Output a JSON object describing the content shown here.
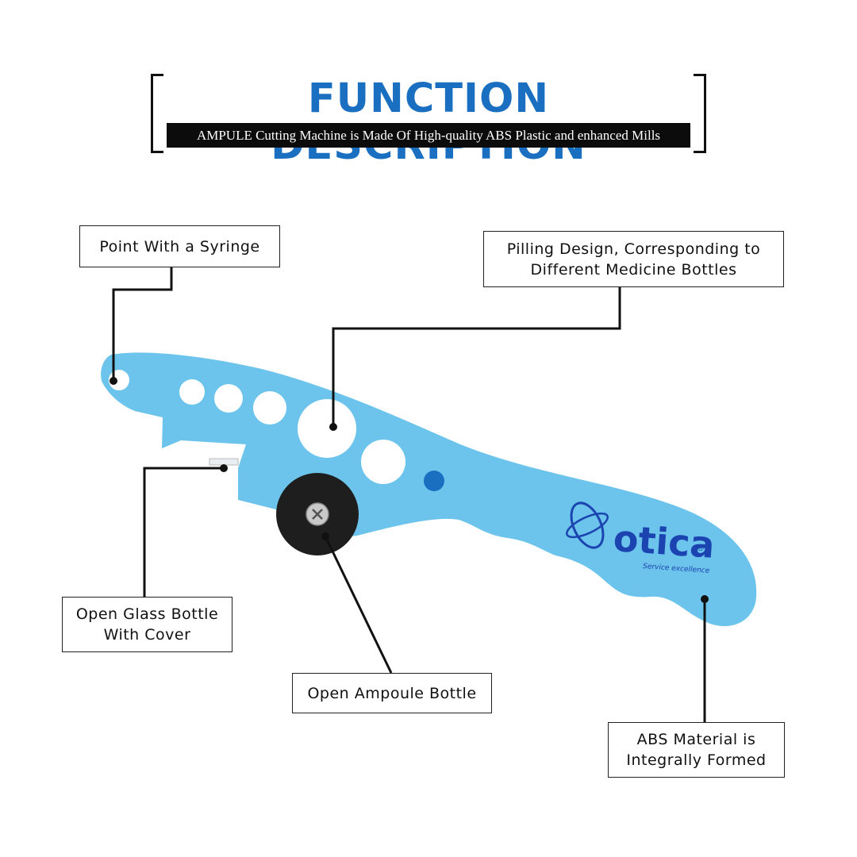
{
  "header": {
    "title": "FUNCTION DESCRIPTION",
    "subtitle": "AMPULE Cutting Machine is Made Of High-quality ABS Plastic and enhanced Mills"
  },
  "callouts": {
    "syringe": "Point With a Syringe",
    "pilling": "Pilling Design, Corresponding to\nDifferent Medicine Bottles",
    "glass": "Open Glass Bottle\nWith Cover",
    "ampoule": "Open Ampoule Bottle",
    "abs": "ABS Material is\nIntegrally Formed"
  },
  "brand": {
    "name": "otica",
    "tagline": "Service excellence",
    "mark": "®"
  },
  "colors": {
    "tool_body": "#6cc4ec",
    "title_blue": "#1a6fc0",
    "brand_blue": "#1b44b0",
    "wheel": "#1e1e1e"
  }
}
